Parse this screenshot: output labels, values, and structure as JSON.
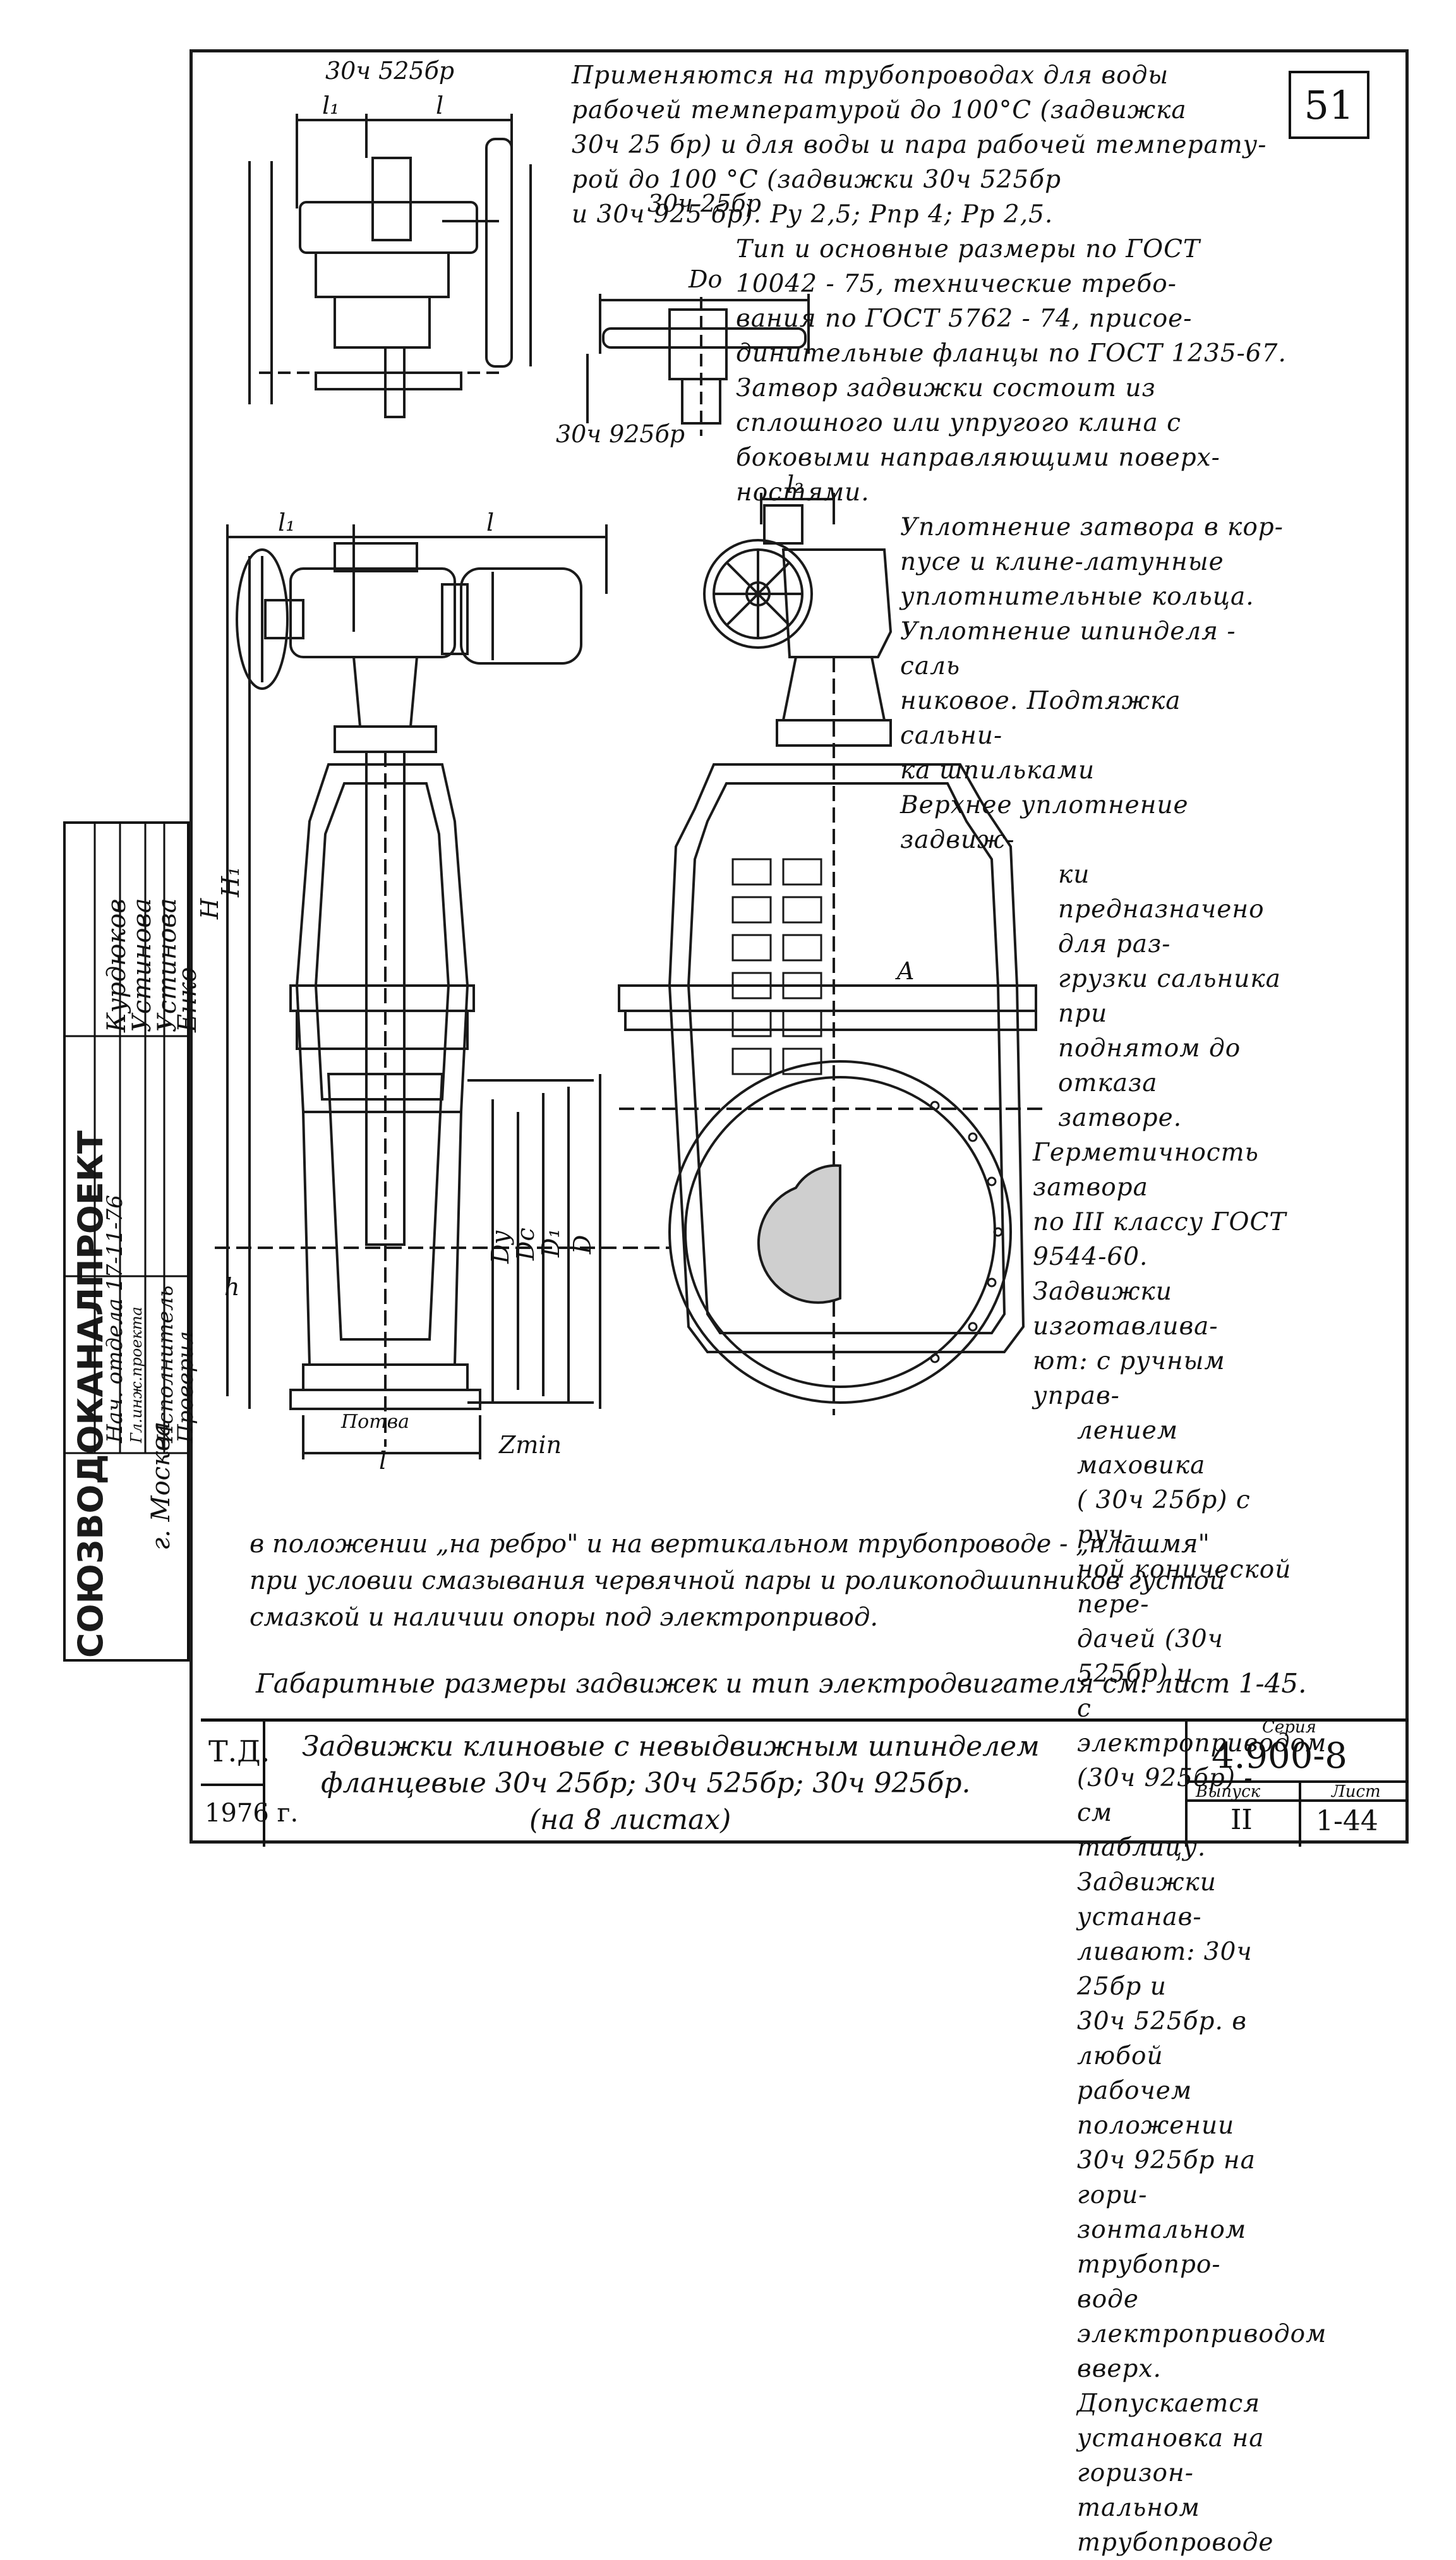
{
  "sheet_number": "51",
  "views": {
    "label_525": "30ч 525бр",
    "label_25": "30ч 25бр",
    "label_925": "30ч 925бр",
    "dim_l1": "l₁",
    "dim_l": "l",
    "dim_H": "H",
    "dim_H1": "H₁",
    "dim_Do": "Dо",
    "dim_l2": "l₂",
    "dim_h": "h",
    "dim_Dy": "Dу",
    "dim_Dc": "Dс",
    "dim_D1": "D₁",
    "dim_D": "D",
    "dim_zmin": "Zmin",
    "dim_A": "A",
    "label_potva": "Потва"
  },
  "description": [
    "Применяются на трубопроводах для воды",
    "рабочей температурой до 100°С (задвижка",
    "30ч 25 бр) и для воды и пара рабочей температу-",
    "рой до 100 °С (задвижки 30ч 525бр",
    "и 30ч 925 бр). Ру 2,5; Рпр 4; Рр 2,5.",
    "Тип и основные размеры по ГОСТ",
    "10042 - 75, технические требо-",
    "вания по ГОСТ 5762 - 74, присое-",
    "динительные фланцы по ГОСТ 1235-67.",
    "Затвор задвижки состоит из",
    "сплошного или упругого клина с",
    "боковыми направляющими поверх-",
    "ностями.",
    "Уплотнение затвора в кор-",
    "пусе и клине-латунные",
    "уплотнительные кольца.",
    "Уплотнение шпинделя - саль",
    "никовое. Подтяжка сальни-",
    "ка шпильками",
    "Верхнее уплотнение задвиж-",
    "ки предназначено для раз-",
    "грузки сальника при",
    "поднятом до отказа",
    "затворе.",
    "Герметичность затвора",
    "по III классу ГОСТ 9544-60.",
    "Задвижки изготавлива-",
    "ют: с ручным управ-",
    "лением маховика",
    "( 30ч 25бр) с руч-",
    "ной конической пере-",
    "дачей (30ч 525бр) и",
    "с электроприводом",
    "(30ч 925бр) - см",
    "таблицу.",
    "Задвижки устанав-",
    "ливают: 30ч 25бр и",
    "30ч 525бр. в любой",
    "рабочем положении",
    "30ч 925бр на гори-",
    "зонтальном трубопро-",
    "воде электроприводом",
    "вверх. Допускается",
    "установка на горизон-",
    "тальном трубопроводе"
  ],
  "bottom_text": [
    "в положении „на ребро\" и на вертикальном трубопроводе - „плашмя\"",
    "при условии смазывания червячной пары и роликоподшипников густой",
    "смазкой и наличии опоры под электропривод."
  ],
  "note": "Габаритные размеры задвижек и тип электродвигателя см. лист 1-45.",
  "side_stamp": {
    "org": "СОЮЗВОДОКАНАЛПРОЕКТ",
    "city": "г. Москва",
    "roles": [
      "Нач. отдела",
      "Гл.инж.проекта",
      "Исполнитель",
      "Проверил"
    ],
    "names": [
      "Курдюков",
      "Устинова",
      "Устинова",
      "Енко"
    ],
    "sign_date": "17-11-76"
  },
  "title_block": {
    "td": "Т.Д.",
    "year": "1976 г.",
    "title_line1": "Задвижки клиновые с невыдвижным шпинделем",
    "title_line2": "фланцевые 30ч 25бр; 30ч 525бр; 30ч 925бр.",
    "title_line3": "(на 8 листах)",
    "series_label": "Серия",
    "series": "4.900-8",
    "vypusk_label": "Выпуск",
    "vypusk": "II",
    "list_label": "Лист",
    "list": "1-44"
  }
}
